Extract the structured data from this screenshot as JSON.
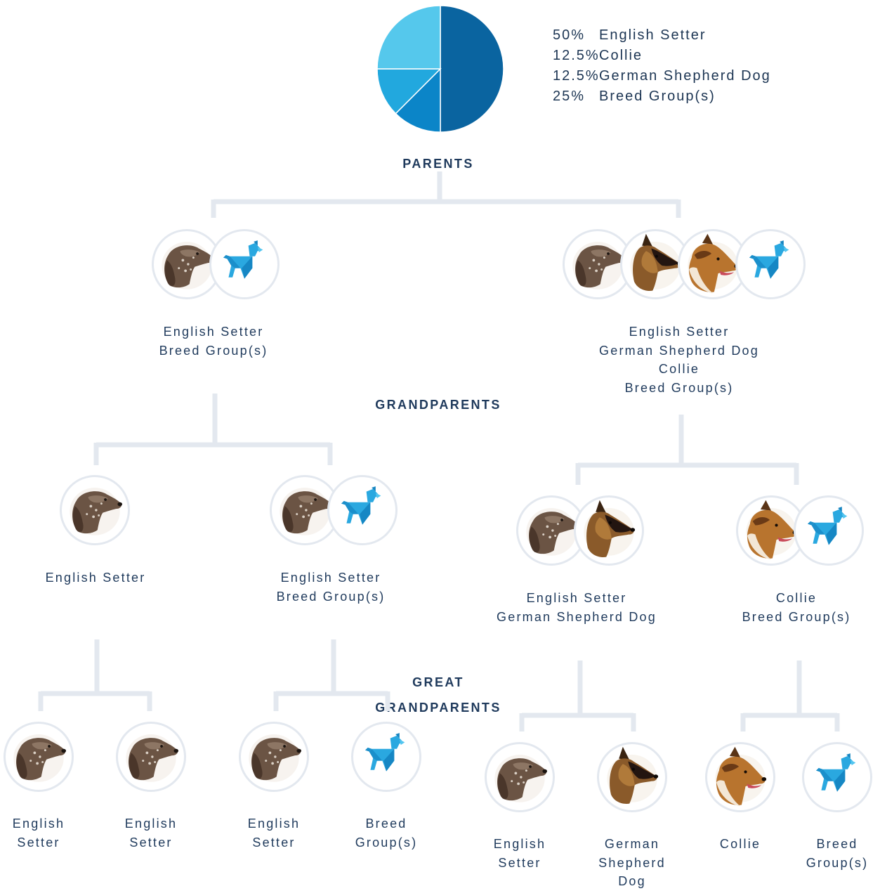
{
  "chart_data": {
    "type": "pie",
    "slices": [
      {
        "label": "English Setter",
        "pct_text": "50%",
        "value": 50,
        "color": "#0a64a0"
      },
      {
        "label": "Collie",
        "pct_text": "12.5%",
        "value": 12.5,
        "color": "#0b85c8"
      },
      {
        "label": "German Shepherd Dog",
        "pct_text": "12.5%",
        "value": 12.5,
        "color": "#22a8de"
      },
      {
        "label": "Breed Group(s)",
        "pct_text": "25%",
        "value": 25,
        "color": "#55c8ec"
      }
    ]
  },
  "generations": {
    "parents": "PARENTS",
    "grandparents": "GRANDPARENTS",
    "great_1": "GREAT",
    "great_2": "GRANDPARENTS"
  },
  "tree": {
    "parents": [
      {
        "lines": [
          "English Setter",
          "Breed Group(s)"
        ],
        "icons": [
          "english-setter",
          "breed-group"
        ]
      },
      {
        "lines": [
          "English Setter",
          "German Shepherd Dog",
          "Collie",
          "Breed Group(s)"
        ],
        "icons": [
          "english-setter",
          "german-shepherd",
          "collie",
          "breed-group"
        ]
      }
    ],
    "grandparents": [
      {
        "lines": [
          "English Setter"
        ],
        "icons": [
          "english-setter"
        ]
      },
      {
        "lines": [
          "English Setter",
          "Breed Group(s)"
        ],
        "icons": [
          "english-setter",
          "breed-group"
        ]
      },
      {
        "lines": [
          "English Setter",
          "German Shepherd Dog"
        ],
        "icons": [
          "english-setter",
          "german-shepherd"
        ]
      },
      {
        "lines": [
          "Collie",
          "Breed Group(s)"
        ],
        "icons": [
          "collie",
          "breed-group"
        ]
      }
    ],
    "great_grandparents": [
      {
        "lines": [
          "English",
          "Setter"
        ],
        "icons": [
          "english-setter"
        ]
      },
      {
        "lines": [
          "English",
          "Setter"
        ],
        "icons": [
          "english-setter"
        ]
      },
      {
        "lines": [
          "English",
          "Setter"
        ],
        "icons": [
          "english-setter"
        ]
      },
      {
        "lines": [
          "Breed",
          "Group(s)"
        ],
        "icons": [
          "breed-group"
        ]
      },
      {
        "lines": [
          "English",
          "Setter"
        ],
        "icons": [
          "english-setter"
        ]
      },
      {
        "lines": [
          "German",
          "Shepherd",
          "Dog"
        ],
        "icons": [
          "german-shepherd"
        ]
      },
      {
        "lines": [
          "Collie"
        ],
        "icons": [
          "collie"
        ]
      },
      {
        "lines": [
          "Breed",
          "Group(s)"
        ],
        "icons": [
          "breed-group"
        ]
      }
    ]
  }
}
